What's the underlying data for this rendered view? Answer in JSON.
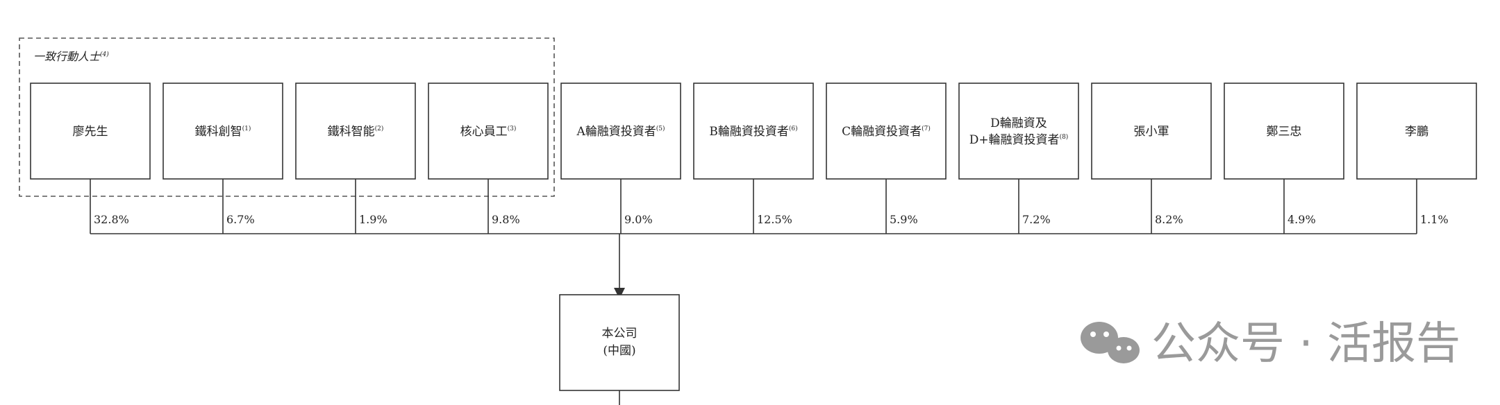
{
  "group_label": "一致行動人士",
  "group_label_note": "(4)",
  "shareholders": [
    {
      "lines": [
        "廖先生"
      ],
      "note": "",
      "pct": "32.8%"
    },
    {
      "lines": [
        "鐵科創智"
      ],
      "note": "(1)",
      "pct": "6.7%"
    },
    {
      "lines": [
        "鐵科智能"
      ],
      "note": "(2)",
      "pct": "1.9%"
    },
    {
      "lines": [
        "核心員工"
      ],
      "note": "(3)",
      "pct": "9.8%"
    },
    {
      "lines": [
        "A輪融資投資者"
      ],
      "note": "(5)",
      "pct": "9.0%"
    },
    {
      "lines": [
        "B輪融資投資者"
      ],
      "note": "(6)",
      "pct": "12.5%"
    },
    {
      "lines": [
        "C輪融資投資者"
      ],
      "note": "(7)",
      "pct": "5.9%"
    },
    {
      "lines": [
        "D輪融資及",
        "D+輪融資投資者"
      ],
      "note": "(8)",
      "pct": "7.2%"
    },
    {
      "lines": [
        "張小軍"
      ],
      "note": "",
      "pct": "8.2%"
    },
    {
      "lines": [
        "鄭三忠"
      ],
      "note": "",
      "pct": "4.9%"
    },
    {
      "lines": [
        "李鵬"
      ],
      "note": "",
      "pct": "1.1%"
    }
  ],
  "company": {
    "lines": [
      "本公司",
      "(中國)"
    ]
  },
  "watermark": "公众号 · 活报告",
  "colors": {
    "line": "#333333",
    "dash": "#555555",
    "text": "#222222",
    "watermark": "#9a9a9a"
  }
}
